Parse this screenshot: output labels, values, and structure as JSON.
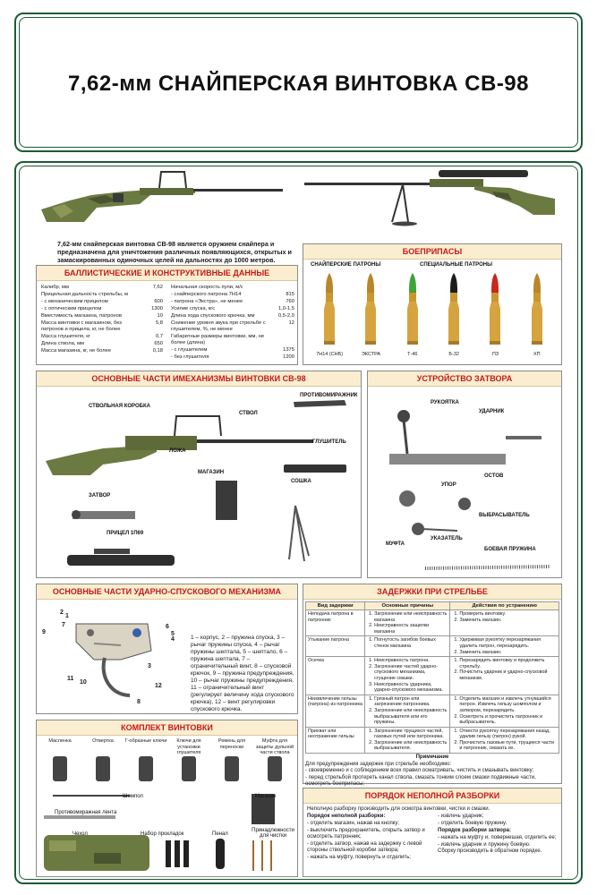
{
  "title": "7,62-мм СНАЙПЕРСКАЯ ВИНТОВКА СВ-98",
  "intro": "7,62-мм снайперская винтовка СВ-98 является оружием снайпера и предназначена для уничтожения различных появляющихся, открытых и замаскированных одиночных целей на дальностях до 1000 метров.",
  "ballistics": {
    "heading": "БАЛЛИСТИЧЕСКИЕ И КОНСТРУКТИВНЫЕ ДАННЫЕ",
    "left": [
      {
        "k": "Калибр, мм",
        "v": "7,62"
      },
      {
        "k": "Прицельная дальность стрельбы, м",
        "v": ""
      },
      {
        "k": "- с механическим прицелом",
        "v": "600"
      },
      {
        "k": "- с оптическим прицелом",
        "v": "1300"
      },
      {
        "k": "Вместимость магазина, патронов",
        "v": "10"
      },
      {
        "k": "Масса винтовки с магазином, без патронов и прицела, кг, не более",
        "v": "5,8"
      },
      {
        "k": "Масса глушителя, кг",
        "v": "0,7"
      },
      {
        "k": "Длина ствола, мм",
        "v": "650"
      },
      {
        "k": "Масса магазина, кг, не более",
        "v": "0,18"
      }
    ],
    "right": [
      {
        "k": "Начальная скорость пули, м/с",
        "v": ""
      },
      {
        "k": "- снайперского патрона 7Н14",
        "v": "815"
      },
      {
        "k": "- патрона «Экстра», не менее",
        "v": "760"
      },
      {
        "k": "Усилие спуска, кгс",
        "v": "1,0-1,5"
      },
      {
        "k": "Длина хода спускового крючка, мм",
        "v": "0,5-2,0"
      },
      {
        "k": "Снижение уровня звука при стрельбе с глушителем, %, не менее",
        "v": "12"
      },
      {
        "k": "Габаритные размеры винтовки, мм, не более (длина)",
        "v": ""
      },
      {
        "k": "- с глушителем",
        "v": "1375"
      },
      {
        "k": "- без глушителя",
        "v": "1200"
      }
    ]
  },
  "ammo": {
    "heading": "БОЕПРИПАСЫ",
    "sniper_label": "СНАЙПЕРСКИЕ ПАТРОНЫ",
    "special_label": "СПЕЦИАЛЬНЫЕ ПАТРОНЫ",
    "items": [
      {
        "name": "7Н14 (СНБ)",
        "tip": "#b8862a"
      },
      {
        "name": "ЭКСТРА",
        "tip": "#b8862a"
      },
      {
        "name": "Т-46",
        "tip": "#3fa33b"
      },
      {
        "name": "Б-32",
        "tip": "#1c1c1c"
      },
      {
        "name": "ПЗ",
        "tip": "#c8281e"
      },
      {
        "name": "ХП",
        "tip": "#b8862a"
      }
    ]
  },
  "parts": {
    "heading": "ОСНОВНЫЕ ЧАСТИ ИМЕХАНИЗМЫ ВИНТОВКИ СВ-98",
    "labels": {
      "receiver": "СТВОЛЬНАЯ КОРОБКА",
      "barrel": "СТВОЛ",
      "flash": "ПРОТИВОМИРАЖНИК",
      "stock": "ЛОЖА",
      "silencer": "ГЛУШИТЕЛЬ",
      "magazine": "МАГАЗИН",
      "bolt": "ЗАТВОР",
      "bipod": "СОШКА",
      "scope": "ПРИЦЕЛ 1П69"
    }
  },
  "bolt": {
    "heading": "УСТРОЙСТВО ЗАТВОРА",
    "labels": {
      "handle": "РУКОЯТКА",
      "striker": "УДАРНИК",
      "stem": "ОСТОВ",
      "stop": "УПОР",
      "ejector": "ВЫБРАСЫВАТЕЛЬ",
      "coupling": "МУФТА",
      "indicator": "УКАЗАТЕЛЬ",
      "spring": "БОЕВАЯ ПРУЖИНА"
    }
  },
  "trigger": {
    "heading": "ОСНОВНЫЕ ЧАСТИ УДАРНО-СПУСКОВОГО МЕХАНИЗМА",
    "legend": "1 – корпус, 2 – пружина спуска, 3 – рычаг пружины спуска, 4 – рычаг пружины шептала, 5 – шептало, 6 – пружина шептала, 7 – ограничительный винт, 8 – спусковой крючок, 9 – пружина предупреждения, 10 – рычаг пружины предупреждения, 11 – ограничительный винт (регулирует величину хода спускового крючка), 12 – винт регулировки спускового крючка.",
    "numbers": [
      "1",
      "2",
      "3",
      "4",
      "5",
      "6",
      "7",
      "8",
      "9",
      "10",
      "11",
      "12"
    ]
  },
  "kit": {
    "heading": "КОМПЛЕКТ ВИНТОВКИ",
    "row1": [
      "Масленка",
      "Отвертка",
      "Г-образные ключи",
      "Ключи для установки глушителя",
      "Ремень для переноски",
      "Муфта для защиты дульной части ствола"
    ],
    "row2": [
      "Шомпол",
      "Магазин"
    ],
    "row3": [
      "Противомиражная лента"
    ],
    "row4": [
      "Чехол",
      "Набор прокладок",
      "Пенал",
      "Принадлежности для чистки"
    ]
  },
  "delays": {
    "heading": "ЗАДЕРЖКИ ПРИ СТРЕЛЬБЕ",
    "columns": [
      "Вид задержки",
      "Основные причины",
      "Действия по устранению"
    ],
    "rows": [
      {
        "kind": "Неподача патрона в патронник",
        "causes": [
          "Загрязнение или неисправность магазина",
          "Неисправность защелки магазина"
        ],
        "fix": [
          "Проверить винтовку.",
          "Заменить магазин."
        ]
      },
      {
        "kind": "Утыкание патрона",
        "causes": [
          "Погнутость загибов боевых стенок магазина"
        ],
        "fix": [
          "Удерживая рукоятку перезаряжания удалить патрон, перезарядить.",
          "Заменить магазин."
        ]
      },
      {
        "kind": "Осечка",
        "causes": [
          "Неисправность патрона.",
          "Загрязнение частей ударно-спускового механизма, сгущение смазки.",
          "Неисправность ударника, ударно-спускового механизма."
        ],
        "fix": [
          "Перезарядить винтовку и продолжить стрельбу.",
          "Почистить ударник и ударно-спусковой механизм."
        ]
      },
      {
        "kind": "Неизвлечение гильзы (патрона) из патронника",
        "causes": [
          "Грязный патрон или загрязнение патронника.",
          "Загрязнение или неисправность выбрасывателя или его пружины."
        ],
        "fix": [
          "Отделить магазин и извлечь утнувшийся патрон. Извлечь гильзу шомполом и затвором, перезарядить.",
          "Осмотреть и прочистить патронник и выбрасыватель."
        ]
      },
      {
        "kind": "Прихват или неотражение гильзы",
        "causes": [
          "Загрязнение трущихся частей, газовых путей или патронника.",
          "Загрязнение или неисправность выбрасывателя."
        ],
        "fix": [
          "Отвести рукоятку перезаряжания назад, удалив гильзу (патрон) рукой.",
          "Прочистить газовые пути, трущиеся части и патронник, смазать их."
        ]
      }
    ],
    "note_title": "Примечание",
    "note_lead": "Для предупреждения задержек при стрельбе необходимо:",
    "notes": [
      "своевременно и с соблюдением всех правил осматривать, чистить и смазывать винтовку;",
      "перед стрельбой протереть канал ствола, смазать тонким слоем смазки подвижные части, осмотреть боеприпасы;",
      "при обнаружении неисправностей, которые невозможно устранить на месте, оружие направить в мастерскую."
    ]
  },
  "disassembly": {
    "heading": "ПОРЯДОК НЕПОЛНОЙ РАЗБОРКИ",
    "lead": "Неполную разборку производить для осмотра винтовки, чистки и смазки.",
    "order_title": "Порядок неполной разборки:",
    "left": [
      "- отделить магазин, нажав на кнопку;",
      "- выключить предохранитель, открыть затвор и осмотреть патронник;",
      "- отделить затвор, нажав на задержку с левой стороны ствольной коробки затвора;",
      "- нажать на муфту, повернуть и отделить;"
    ],
    "right_top": [
      "- извлечь ударник;",
      "- отделить боевую пружину."
    ],
    "bolt_title": "Порядок разборки затвора:",
    "right_bottom": [
      "- нажать на муфту и, повернешая, отделить ее;",
      "- извлечь ударник и пружину боевую.",
      "Сборку производить в обратном порядке."
    ]
  },
  "colors": {
    "frame": "#1e5a36",
    "heading_bg": "#fbeed0",
    "heading_text": "#c21a1a",
    "camo": "#5f6e3a"
  }
}
